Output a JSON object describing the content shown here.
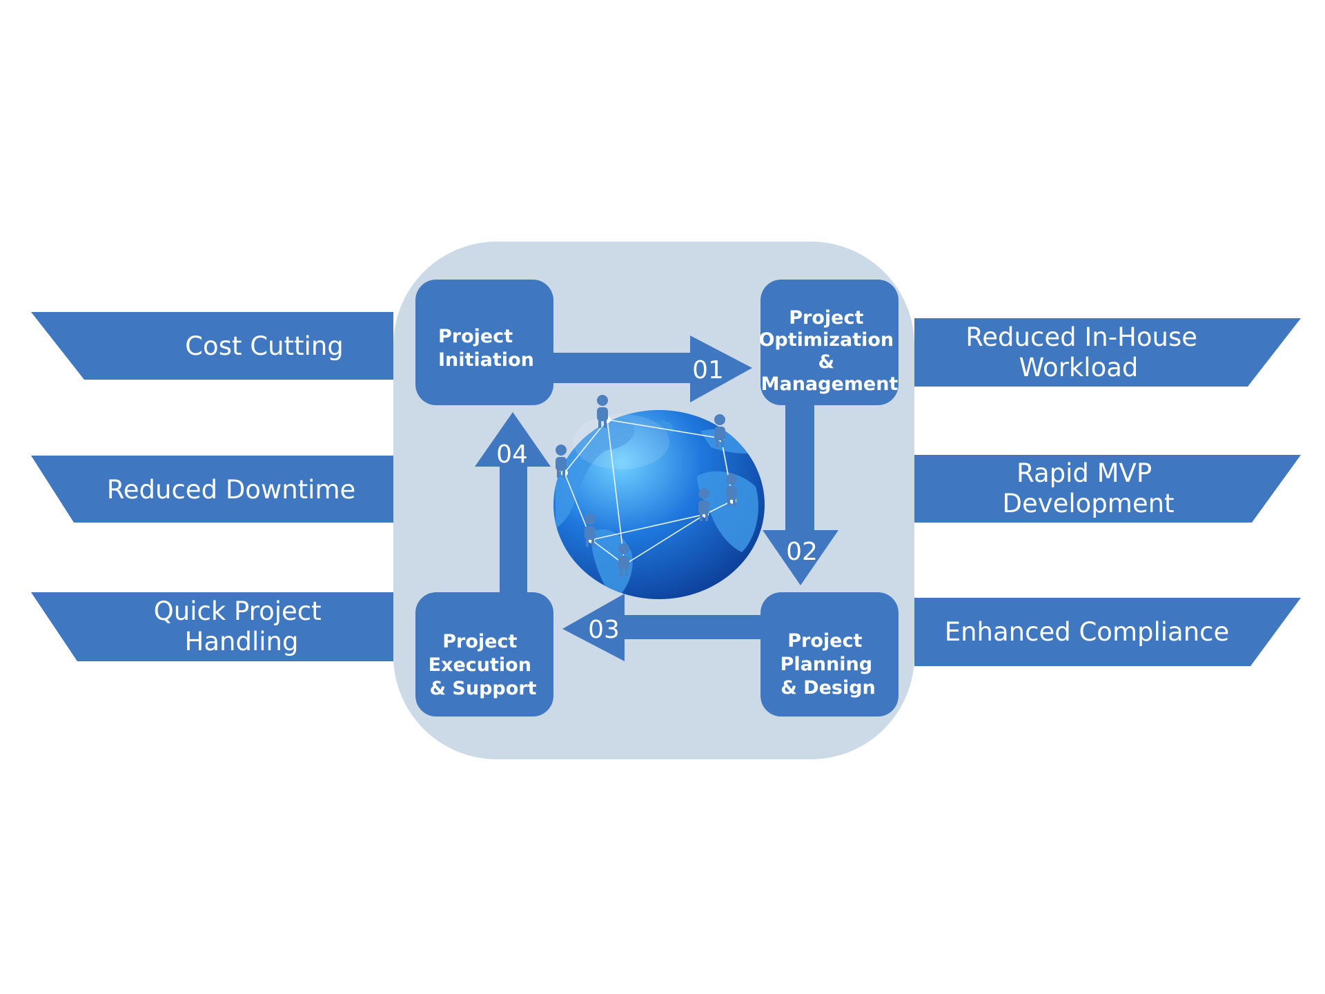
{
  "colors": {
    "band": "#3f78c1",
    "box": "#3f78c1",
    "arrow": "#3f78c1",
    "panel": "#ccdae8",
    "text": "#ffffff",
    "globe_light": "#58b8f2",
    "globe_mid": "#1d70d8",
    "globe_dark": "#0b3c9a",
    "globe_land": "#3e97e6"
  },
  "benefits_left": [
    {
      "lines": [
        "Cost Cutting"
      ]
    },
    {
      "lines": [
        "Reduced Downtime"
      ]
    },
    {
      "lines": [
        "Quick Project",
        "Handling"
      ]
    }
  ],
  "benefits_right": [
    {
      "lines": [
        "Reduced In-House",
        "Workload"
      ]
    },
    {
      "lines": [
        "Rapid MVP",
        "Development"
      ]
    },
    {
      "lines": [
        "Enhanced Compliance"
      ]
    }
  ],
  "steps": [
    {
      "lines": [
        "Project",
        "Initiation"
      ]
    },
    {
      "lines": [
        "Project",
        "Optimization",
        "&",
        "Management"
      ]
    },
    {
      "lines": [
        "Project",
        "Planning",
        "& Design"
      ]
    },
    {
      "lines": [
        "Project",
        "Execution",
        "& Support"
      ]
    }
  ],
  "arrows": [
    "01",
    "02",
    "03",
    "04"
  ],
  "globe": {
    "icon": "globe-network-icon",
    "person_icon": "person-icon"
  }
}
